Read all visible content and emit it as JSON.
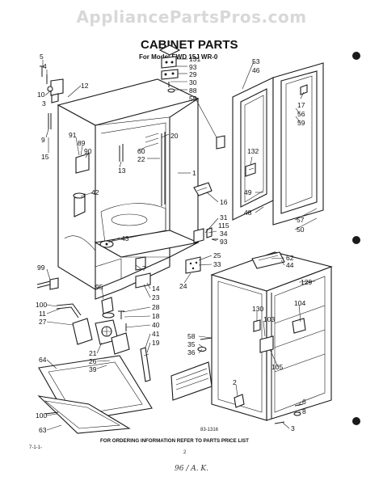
{
  "watermark": "AppliancePartsPros.com",
  "title": "CABINET PARTS",
  "subtitle": "For Model EWD 15J WR-0",
  "diagram_code": "83-1316",
  "footer": "FOR ORDERING INFORMATION REFER TO PARTS PRICE LIST",
  "page_number": "2",
  "corner_code": "7-1-1-",
  "handwritten": "96 / A. K.",
  "callouts": {
    "c5": "5",
    "c4": "4",
    "c10": "10",
    "c3a": "3",
    "c12": "12",
    "c9": "9",
    "c15": "15",
    "c91": "91",
    "c89": "89",
    "c90": "90",
    "c13": "13",
    "c42": "42",
    "c43": "43",
    "c131": "131",
    "c93a": "93",
    "c29": "29",
    "c30": "30",
    "c88": "88",
    "c55": "55",
    "c20": "20",
    "c60": "60",
    "c22": "22",
    "c1": "1",
    "c16": "16",
    "c31": "31",
    "c115": "115",
    "c34": "34",
    "c93b": "93",
    "c25": "25",
    "c33": "33",
    "c24": "24",
    "c53": "53",
    "c46": "46",
    "c17": "17",
    "c56": "56",
    "c59": "59",
    "c132": "132",
    "c49": "49",
    "c48": "48",
    "c57": "57",
    "c50": "50",
    "c62": "62",
    "c44": "44",
    "c129": "129",
    "c104": "104",
    "c130": "130",
    "c103": "103",
    "c105": "105",
    "c58": "58",
    "c35": "35",
    "c36": "36",
    "c2": "2",
    "c6": "6",
    "c8": "8",
    "c3b": "3",
    "c99": "99",
    "c100a": "100",
    "c11": "11",
    "c27": "27",
    "c7": "7",
    "c95": "95",
    "c14": "14",
    "c23": "23",
    "c28": "28",
    "c18": "18",
    "c40": "40",
    "c41": "41",
    "c19": "19",
    "c21": "21",
    "c26": "26",
    "c39": "39",
    "c64": "64",
    "c100b": "100",
    "c63": "63"
  }
}
